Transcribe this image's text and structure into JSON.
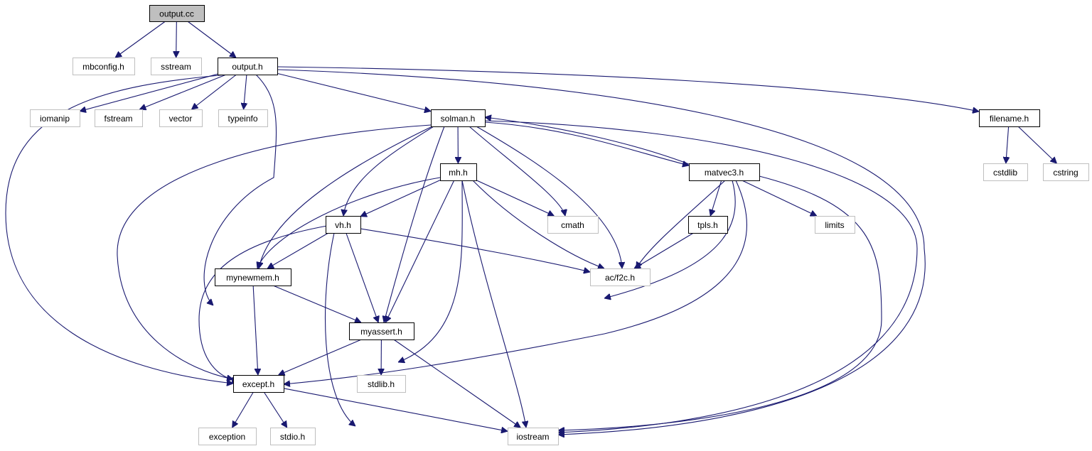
{
  "colors": {
    "edge": "#191970",
    "root_fill": "#bfbfbf",
    "internal_border": "#000000",
    "external_border": "#bfbfbf"
  },
  "nodes": [
    {
      "id": "output_cc",
      "label": "output.cc",
      "kind": "root"
    },
    {
      "id": "mbconfig_h",
      "label": "mbconfig.h",
      "kind": "external"
    },
    {
      "id": "sstream",
      "label": "sstream",
      "kind": "external"
    },
    {
      "id": "output_h",
      "label": "output.h",
      "kind": "internal"
    },
    {
      "id": "iomanip",
      "label": "iomanip",
      "kind": "external"
    },
    {
      "id": "fstream",
      "label": "fstream",
      "kind": "external"
    },
    {
      "id": "vector",
      "label": "vector",
      "kind": "external"
    },
    {
      "id": "typeinfo",
      "label": "typeinfo",
      "kind": "external"
    },
    {
      "id": "solman_h",
      "label": "solman.h",
      "kind": "internal"
    },
    {
      "id": "filename_h",
      "label": "filename.h",
      "kind": "internal"
    },
    {
      "id": "cstdlib",
      "label": "cstdlib",
      "kind": "external"
    },
    {
      "id": "cstring",
      "label": "cstring",
      "kind": "external"
    },
    {
      "id": "mh_h",
      "label": "mh.h",
      "kind": "internal"
    },
    {
      "id": "matvec3_h",
      "label": "matvec3.h",
      "kind": "internal"
    },
    {
      "id": "vh_h",
      "label": "vh.h",
      "kind": "internal"
    },
    {
      "id": "cmath",
      "label": "cmath",
      "kind": "external"
    },
    {
      "id": "tpls_h",
      "label": "tpls.h",
      "kind": "internal"
    },
    {
      "id": "limits",
      "label": "limits",
      "kind": "external"
    },
    {
      "id": "mynewmem_h",
      "label": "mynewmem.h",
      "kind": "internal"
    },
    {
      "id": "ac_f2c_h",
      "label": "ac/f2c.h",
      "kind": "external"
    },
    {
      "id": "myassert_h",
      "label": "myassert.h",
      "kind": "internal"
    },
    {
      "id": "except_h",
      "label": "except.h",
      "kind": "internal"
    },
    {
      "id": "stdlib_h",
      "label": "stdlib.h",
      "kind": "external"
    },
    {
      "id": "exception",
      "label": "exception",
      "kind": "external"
    },
    {
      "id": "stdio_h",
      "label": "stdio.h",
      "kind": "external"
    },
    {
      "id": "iostream",
      "label": "iostream",
      "kind": "external"
    }
  ],
  "edges": [
    {
      "from": "output_cc",
      "to": "mbconfig_h"
    },
    {
      "from": "output_cc",
      "to": "sstream"
    },
    {
      "from": "output_cc",
      "to": "output_h"
    },
    {
      "from": "output_h",
      "to": "iomanip"
    },
    {
      "from": "output_h",
      "to": "fstream"
    },
    {
      "from": "output_h",
      "to": "vector"
    },
    {
      "from": "output_h",
      "to": "typeinfo"
    },
    {
      "from": "output_h",
      "to": "solman_h"
    },
    {
      "from": "output_h",
      "to": "filename_h"
    },
    {
      "from": "output_h",
      "to": "except_h"
    },
    {
      "from": "output_h",
      "to": "myassert_h"
    },
    {
      "from": "output_h",
      "to": "iostream"
    },
    {
      "from": "filename_h",
      "to": "cstdlib"
    },
    {
      "from": "filename_h",
      "to": "cstring"
    },
    {
      "from": "solman_h",
      "to": "mh_h"
    },
    {
      "from": "solman_h",
      "to": "matvec3_h"
    },
    {
      "from": "matvec3_h",
      "to": "solman_h"
    },
    {
      "from": "solman_h",
      "to": "vh_h"
    },
    {
      "from": "solman_h",
      "to": "cmath"
    },
    {
      "from": "solman_h",
      "to": "ac_f2c_h"
    },
    {
      "from": "solman_h",
      "to": "mynewmem_h"
    },
    {
      "from": "solman_h",
      "to": "myassert_h"
    },
    {
      "from": "solman_h",
      "to": "except_h"
    },
    {
      "from": "solman_h",
      "to": "iostream"
    },
    {
      "from": "mh_h",
      "to": "vh_h"
    },
    {
      "from": "mh_h",
      "to": "cmath"
    },
    {
      "from": "mh_h",
      "to": "ac_f2c_h"
    },
    {
      "from": "mh_h",
      "to": "mynewmem_h"
    },
    {
      "from": "mh_h",
      "to": "myassert_h"
    },
    {
      "from": "mh_h",
      "to": "except_h"
    },
    {
      "from": "mh_h",
      "to": "iostream"
    },
    {
      "from": "matvec3_h",
      "to": "tpls_h"
    },
    {
      "from": "matvec3_h",
      "to": "limits"
    },
    {
      "from": "matvec3_h",
      "to": "ac_f2c_h"
    },
    {
      "from": "matvec3_h",
      "to": "myassert_h"
    },
    {
      "from": "matvec3_h",
      "to": "except_h"
    },
    {
      "from": "matvec3_h",
      "to": "iostream"
    },
    {
      "from": "tpls_h",
      "to": "ac_f2c_h"
    },
    {
      "from": "vh_h",
      "to": "mynewmem_h"
    },
    {
      "from": "vh_h",
      "to": "ac_f2c_h"
    },
    {
      "from": "vh_h",
      "to": "myassert_h"
    },
    {
      "from": "vh_h",
      "to": "except_h"
    },
    {
      "from": "vh_h",
      "to": "iostream"
    },
    {
      "from": "mynewmem_h",
      "to": "myassert_h"
    },
    {
      "from": "mynewmem_h",
      "to": "except_h"
    },
    {
      "from": "myassert_h",
      "to": "except_h"
    },
    {
      "from": "myassert_h",
      "to": "stdlib_h"
    },
    {
      "from": "myassert_h",
      "to": "iostream"
    },
    {
      "from": "except_h",
      "to": "exception"
    },
    {
      "from": "except_h",
      "to": "stdio_h"
    },
    {
      "from": "except_h",
      "to": "iostream"
    }
  ]
}
